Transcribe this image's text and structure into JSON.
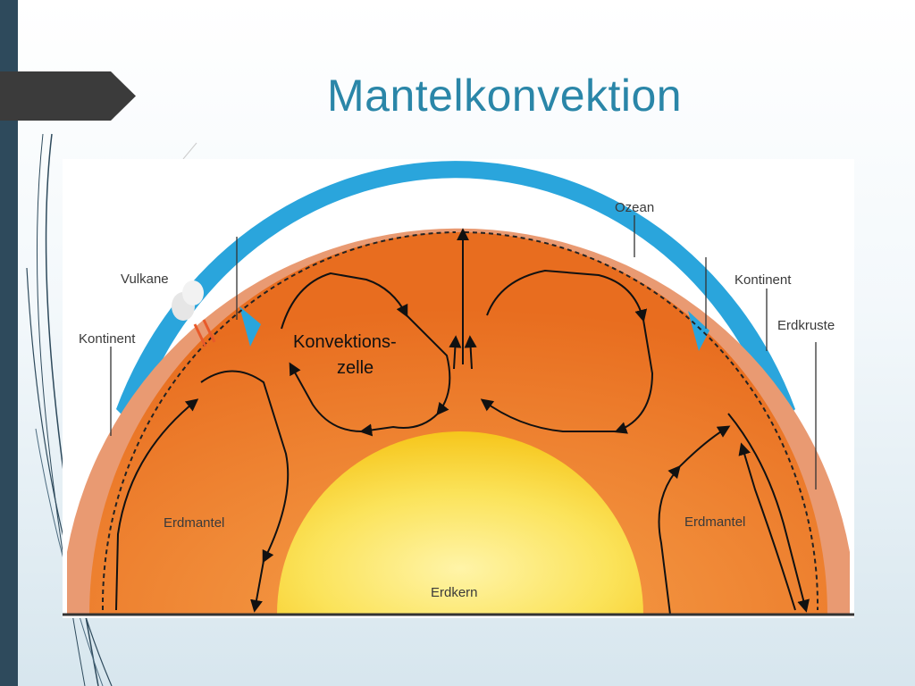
{
  "slide": {
    "title": "Mantelkonvektion"
  },
  "diagram": {
    "labels": {
      "ozean": "Ozean",
      "vulkane": "Vulkane",
      "kontinent_left": "Kontinent",
      "kontinent_right": "Kontinent",
      "erdkruste": "Erdkruste",
      "konvektionszelle_line1": "Konvektions-",
      "konvektionszelle_line2": "zelle",
      "erdmantel_left": "Erdmantel",
      "erdmantel_right": "Erdmantel",
      "erdkern": "Erdkern"
    },
    "colors": {
      "ocean": "#2aa5dc",
      "crust": "#e99a72",
      "mantle": "#ee7d2a",
      "core_center": "#fff4a8",
      "core_edge": "#f6c61c",
      "accent": "#2a86a8"
    }
  }
}
